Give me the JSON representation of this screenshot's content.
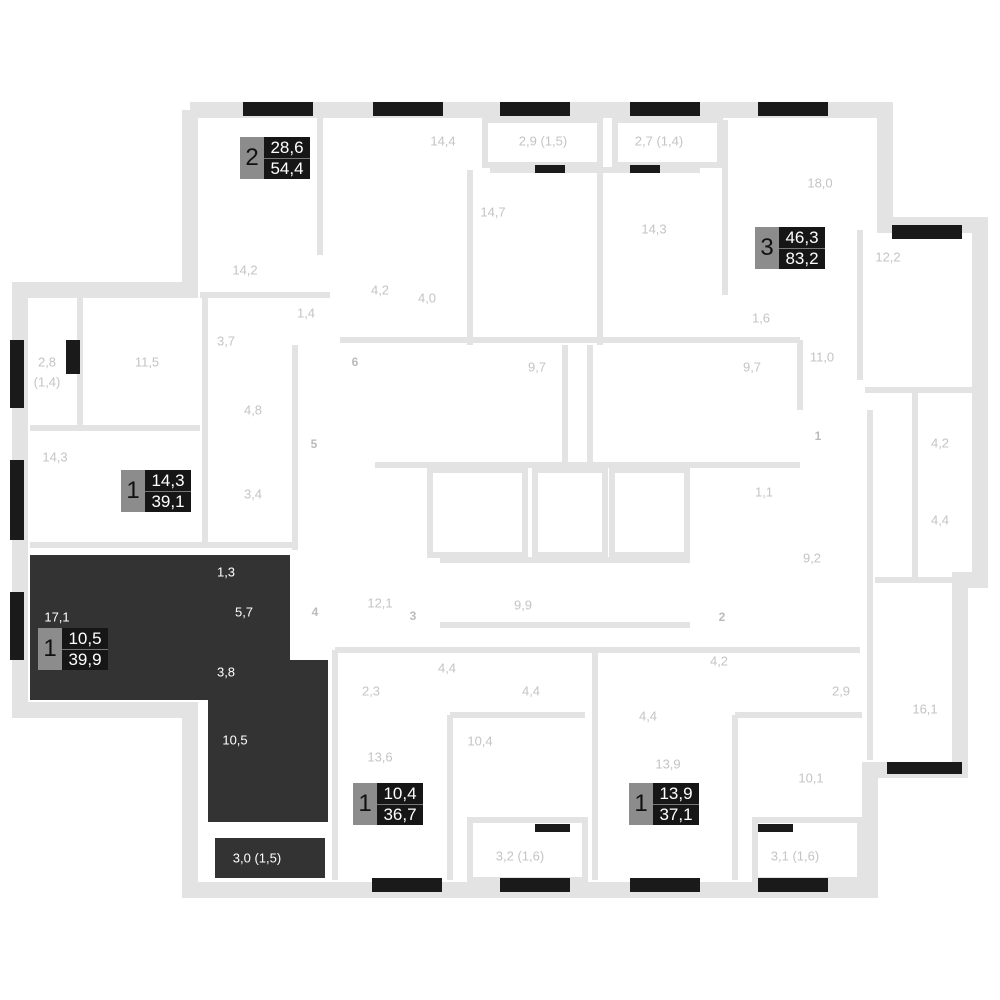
{
  "colors": {
    "wall": "#e3e3e3",
    "highlight": "#333333",
    "window": "#1a1a1a",
    "label": "#c4c4c4"
  },
  "apartments": [
    {
      "rooms": "2",
      "living": "28,6",
      "total": "54,4"
    },
    {
      "rooms": "3",
      "living": "46,3",
      "total": "83,2"
    },
    {
      "rooms": "1",
      "living": "14,3",
      "total": "39,1"
    },
    {
      "rooms": "1",
      "living": "10,5",
      "total": "39,9"
    },
    {
      "rooms": "1",
      "living": "10,4",
      "total": "36,7"
    },
    {
      "rooms": "1",
      "living": "13,9",
      "total": "37,1"
    }
  ],
  "rooms": [
    "14,4",
    "2,9 (1,5)",
    "2,7 (1,4)",
    "18,0",
    "14,7",
    "14,3",
    "12,2",
    "14,2",
    "4,2",
    "4,0",
    "1,4",
    "1,6",
    "2,8",
    "(1,4)",
    "11,5",
    "3,7",
    "6",
    "9,7",
    "9,7",
    "11,0",
    "4,8",
    "5",
    "1",
    "14,3",
    "4,2",
    "3,4",
    "1,1",
    "4,4",
    "1,3",
    "9,2",
    "17,1",
    "5,7",
    "4",
    "12,1",
    "3",
    "9,9",
    "2",
    "3,8",
    "4,4",
    "2,3",
    "4,4",
    "4,2",
    "2,9",
    "4,4",
    "16,1",
    "10,5",
    "13,6",
    "10,4",
    "13,9",
    "10,1",
    "3,0 (1,5)",
    "3,2 (1,6)",
    "3,1 (1,6)"
  ]
}
